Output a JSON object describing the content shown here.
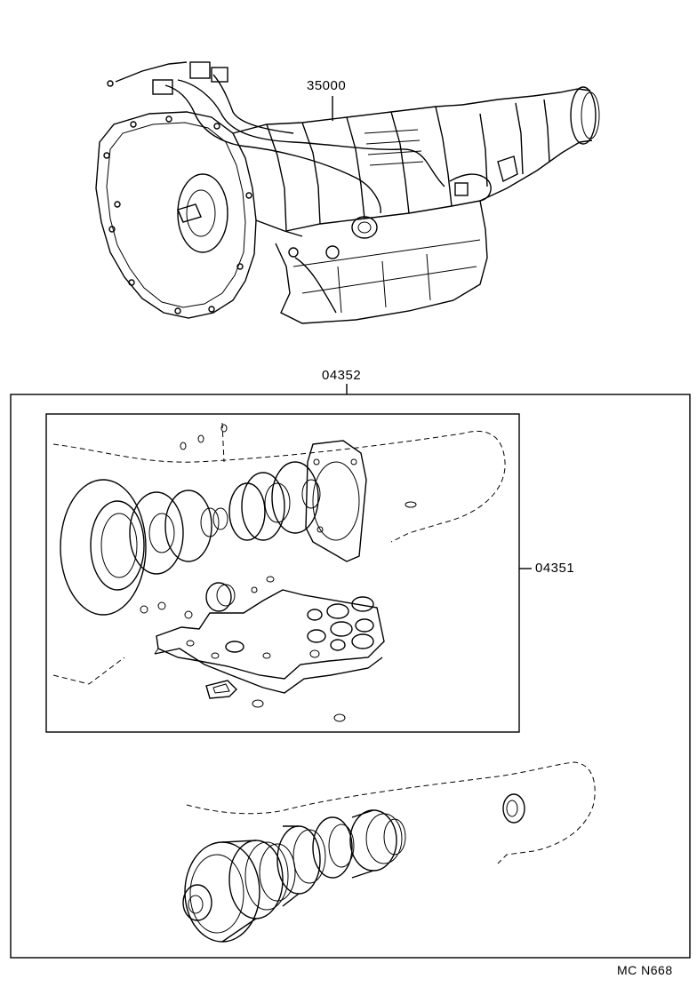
{
  "labels": {
    "transmission_assy": "35000",
    "overhaul_kit": "04352",
    "gasket_kit": "04351",
    "diagram_code": "MC N668"
  },
  "colors": {
    "line": "#000000",
    "background": "#ffffff"
  }
}
